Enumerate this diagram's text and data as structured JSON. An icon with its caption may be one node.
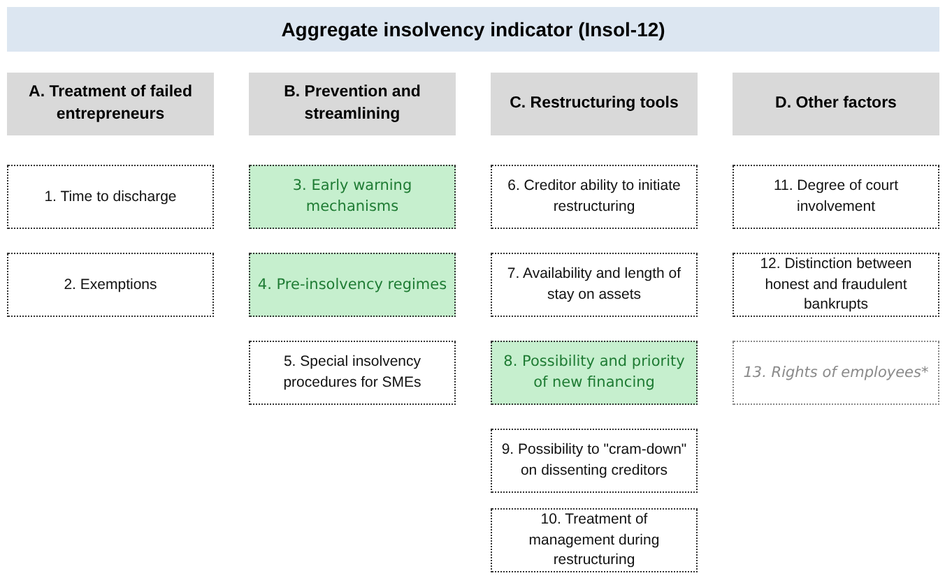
{
  "diagram": {
    "nodes": [
      {
        "text": [
          "Aggregate insolvency indicator (Insol-12)"
        ]
      },
      {
        "text": [
          "A. Treatment of failed entrepreneurs"
        ]
      },
      {
        "text": [
          "1. Time to discharge"
        ]
      },
      {
        "text": [
          "2. Exemptions"
        ]
      },
      {
        "text": [
          "B. Prevention and streamlining"
        ]
      },
      {
        "text": [
          "3. Early warning mechanisms"
        ]
      },
      {
        "text": [
          "4. Pre-insolvency regimes"
        ]
      },
      {
        "text": [
          "5. Special insolvency procedures for SMEs"
        ]
      },
      {
        "text": [
          "C. Restructuring tools"
        ]
      },
      {
        "text": [
          "6. Creditor ability to initiate restructuring"
        ]
      },
      {
        "text": [
          "7. Availability and length of stay on assets"
        ]
      },
      {
        "text": [
          "8. Possibility and priority of new financing"
        ]
      },
      {
        "text": [
          "9. Possibility to \"cram-down\" on dissenting creditors"
        ]
      },
      {
        "text": [
          "10. Treatment of management during restructuring"
        ]
      },
      {
        "text": [
          "D. Other factors"
        ]
      },
      {
        "text": [
          "11. Degree of court involvement"
        ]
      },
      {
        "text": [
          "12. Distinction between honest and fraudulent bankrupts"
        ]
      },
      {
        "text": [
          "13. Rights of employees*"
        ]
      }
    ]
  }
}
